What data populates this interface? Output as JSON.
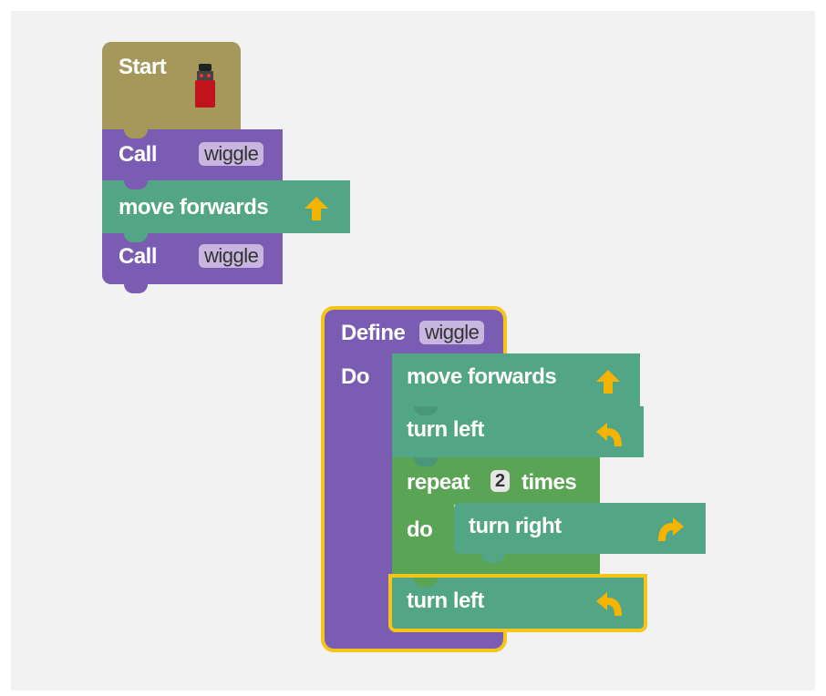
{
  "workspace": {
    "main_stack": {
      "start_label": "Start",
      "call1": {
        "label": "Call",
        "proc": "wiggle"
      },
      "move": {
        "label": "move forwards"
      },
      "call2": {
        "label": "Call",
        "proc": "wiggle"
      }
    },
    "define_stack": {
      "define_label": "Define",
      "proc_name": "wiggle",
      "do_label": "Do",
      "move": {
        "label": "move forwards"
      },
      "turn_left1": {
        "label": "turn left"
      },
      "repeat": {
        "label": "repeat",
        "count": "2",
        "times_label": "times",
        "do_label": "do"
      },
      "turn_right": {
        "label": "turn right"
      },
      "turn_left2": {
        "label": "turn left"
      }
    }
  },
  "icons": {
    "start": "robot-icon",
    "forward": "arrow-up-icon",
    "left": "turn-left-icon",
    "right": "turn-right-icon"
  },
  "colors": {
    "start": "#a6985a",
    "procedure": "#7a5db3",
    "movement": "#52a585",
    "loop": "#5aa455",
    "highlight": "#f5c518"
  }
}
